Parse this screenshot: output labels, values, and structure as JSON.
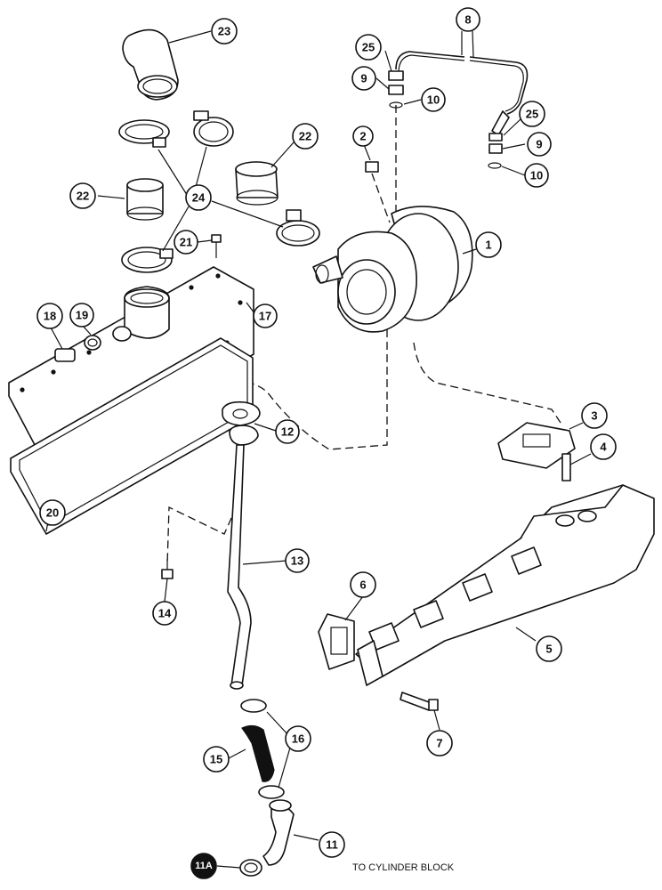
{
  "callouts": [
    {
      "id": "c1",
      "label": "1"
    },
    {
      "id": "c2",
      "label": "2"
    },
    {
      "id": "c3",
      "label": "3"
    },
    {
      "id": "c4",
      "label": "4"
    },
    {
      "id": "c5",
      "label": "5"
    },
    {
      "id": "c6",
      "label": "6"
    },
    {
      "id": "c7",
      "label": "7"
    },
    {
      "id": "c8",
      "label": "8"
    },
    {
      "id": "c9a",
      "label": "9"
    },
    {
      "id": "c9b",
      "label": "9"
    },
    {
      "id": "c10a",
      "label": "10"
    },
    {
      "id": "c10b",
      "label": "10"
    },
    {
      "id": "c11",
      "label": "11"
    },
    {
      "id": "c11a",
      "label": "11A"
    },
    {
      "id": "c12",
      "label": "12"
    },
    {
      "id": "c13",
      "label": "13"
    },
    {
      "id": "c14",
      "label": "14"
    },
    {
      "id": "c15",
      "label": "15"
    },
    {
      "id": "c16",
      "label": "16"
    },
    {
      "id": "c17",
      "label": "17"
    },
    {
      "id": "c18",
      "label": "18"
    },
    {
      "id": "c19",
      "label": "19"
    },
    {
      "id": "c20",
      "label": "20"
    },
    {
      "id": "c21",
      "label": "21"
    },
    {
      "id": "c22a",
      "label": "22"
    },
    {
      "id": "c22b",
      "label": "22"
    },
    {
      "id": "c23",
      "label": "23"
    },
    {
      "id": "c24",
      "label": "24"
    },
    {
      "id": "c25a",
      "label": "25"
    },
    {
      "id": "c25b",
      "label": "25"
    }
  ],
  "note": "TO CYLINDER BLOCK"
}
